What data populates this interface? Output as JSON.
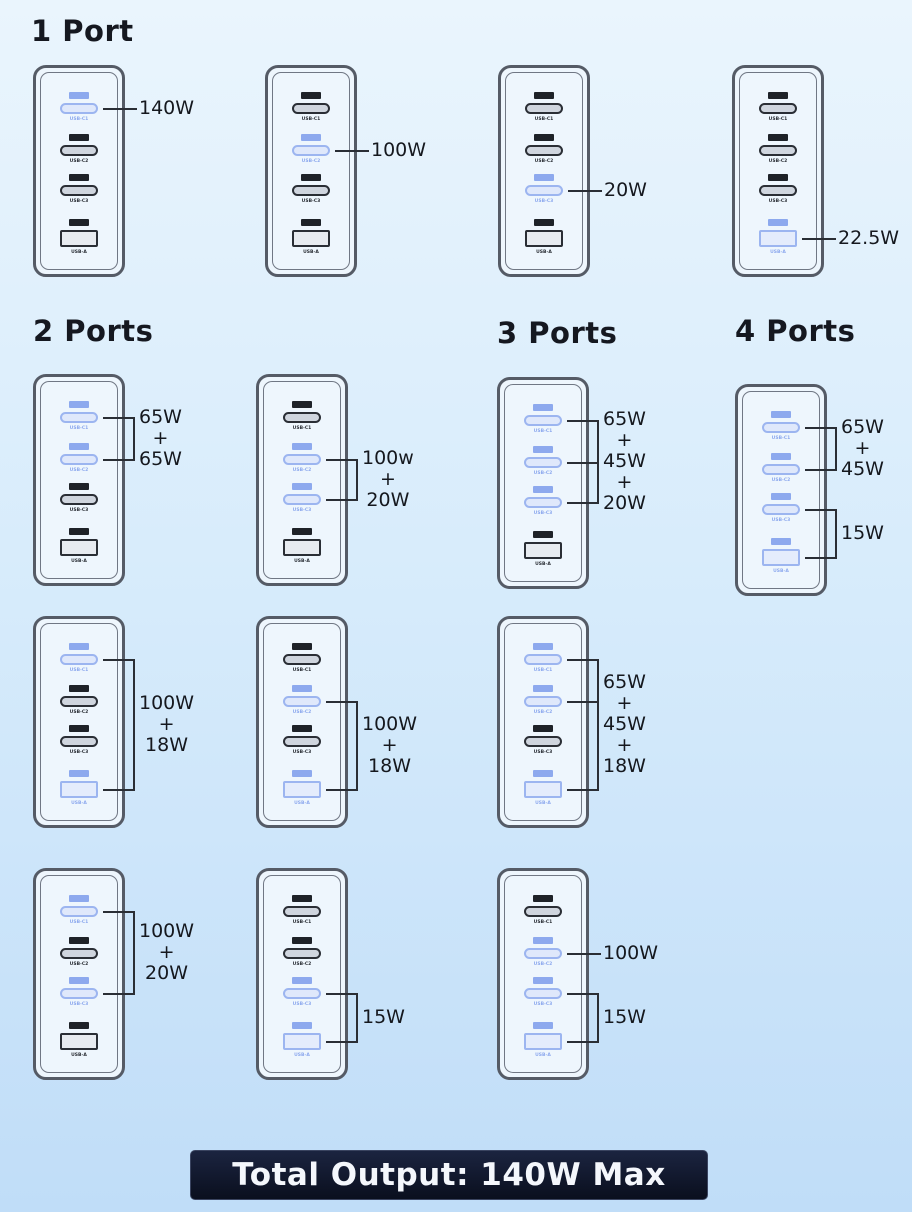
{
  "headings": {
    "one": "1 Port",
    "two": "2 Ports",
    "three": "3 Ports",
    "four": "4 Ports"
  },
  "port_labels": [
    "USB-C1",
    "USB-C2",
    "USB-C3",
    "USB-A"
  ],
  "colors": {
    "active": "#8da9ee",
    "inactive": "#1e2228",
    "banner": "#0f1529"
  },
  "chargers": [
    {
      "name": "1-port-c1",
      "groups": [
        {
          "ports": [
            0
          ],
          "lines": [
            "140W"
          ]
        }
      ]
    },
    {
      "name": "1-port-c2",
      "groups": [
        {
          "ports": [
            1
          ],
          "lines": [
            "100W"
          ]
        }
      ]
    },
    {
      "name": "1-port-c3",
      "groups": [
        {
          "ports": [
            2
          ],
          "lines": [
            "20W"
          ]
        }
      ]
    },
    {
      "name": "1-port-a",
      "groups": [
        {
          "ports": [
            3
          ],
          "lines": [
            "22.5W"
          ]
        }
      ]
    },
    {
      "name": "2-port-c1-c2",
      "groups": [
        {
          "ports": [
            0,
            1
          ],
          "lines": [
            "65W",
            "+",
            "65W"
          ]
        }
      ]
    },
    {
      "name": "2-port-c2-c3",
      "groups": [
        {
          "ports": [
            1,
            2
          ],
          "lines": [
            "100w",
            "+",
            "20W"
          ]
        }
      ]
    },
    {
      "name": "3-port-c1-c2-c3",
      "groups": [
        {
          "ports": [
            0,
            1,
            2
          ],
          "lines": [
            "65W",
            "+",
            "45W",
            "+",
            "20W"
          ]
        }
      ]
    },
    {
      "name": "4-port-all",
      "groups": [
        {
          "ports": [
            0,
            1
          ],
          "lines": [
            "65W",
            "+",
            "45W"
          ]
        },
        {
          "ports": [
            2,
            3
          ],
          "lines": [
            "15W"
          ]
        }
      ]
    },
    {
      "name": "2-port-c1-a",
      "groups": [
        {
          "ports": [
            0,
            3
          ],
          "lines": [
            "100W",
            "+",
            "18W"
          ]
        }
      ]
    },
    {
      "name": "2-port-c2-a",
      "groups": [
        {
          "ports": [
            1,
            3
          ],
          "lines": [
            "100W",
            "+",
            "18W"
          ]
        }
      ]
    },
    {
      "name": "3-port-c1-c2-a",
      "groups": [
        {
          "ports": [
            0,
            1,
            3
          ],
          "lines": [
            "65W",
            "+",
            "45W",
            "+",
            "18W"
          ]
        }
      ]
    },
    {
      "name": "2-port-c1-c3",
      "groups": [
        {
          "ports": [
            0,
            2
          ],
          "lines": [
            "100W",
            "+",
            "20W"
          ]
        }
      ]
    },
    {
      "name": "2-port-c3-a",
      "groups": [
        {
          "ports": [
            2,
            3
          ],
          "lines": [
            "15W"
          ]
        }
      ]
    },
    {
      "name": "3-port-c2-c3-a",
      "groups": [
        {
          "ports": [
            1
          ],
          "lines": [
            "100W"
          ]
        },
        {
          "ports": [
            2,
            3
          ],
          "lines": [
            "15W"
          ]
        }
      ]
    }
  ],
  "banner": {
    "text": "Total Output: 140W Max"
  }
}
